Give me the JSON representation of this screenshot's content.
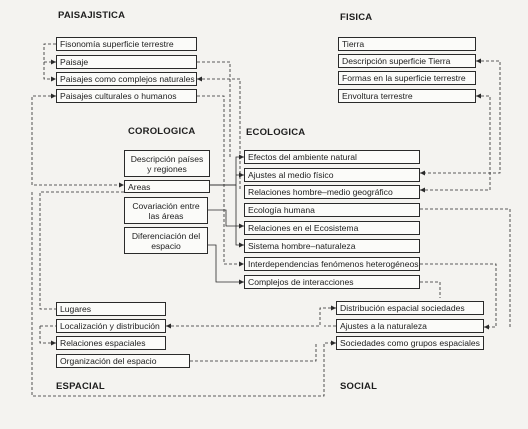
{
  "headings": {
    "paisajistica": "PAISAJISTICA",
    "fisica": "FISICA",
    "corologica": "COROLOGICA",
    "ecologica": "ECOLOGICA",
    "espacial": "ESPACIAL",
    "social": "SOCIAL"
  },
  "paisajistica_boxes": [
    "Fisonomía superficie terrestre",
    "Paisaje",
    "Paisajes como complejos naturales",
    "Paisajes culturales o humanos"
  ],
  "fisica_boxes": [
    "Tierra",
    "Descripción superficie Tierra",
    "Formas en la superficie terrestre",
    "Envoltura terrestre"
  ],
  "corologica_boxes": [
    "Descripción países y regiones",
    "Areas",
    "Covariación entre las áreas",
    "Diferenciación del espacio"
  ],
  "ecologica_boxes": [
    "Efectos del ambiente natural",
    "Ajustes al medio físico",
    "Relaciones hombre–medio geográfico",
    "Ecología humana",
    "Relaciones en el Ecosistema",
    "Sistema hombre–naturaleza",
    "Interdependencias fenómenos heterogéneos",
    "Complejos de interacciones"
  ],
  "espacial_boxes": [
    "Lugares",
    "Localización y distribución",
    "Relaciones espaciales",
    "Organización del espacio"
  ],
  "social_boxes": [
    "Distribución espacial sociedades",
    "Ajustes a la naturaleza",
    "Sociedades como grupos espaciales"
  ]
}
